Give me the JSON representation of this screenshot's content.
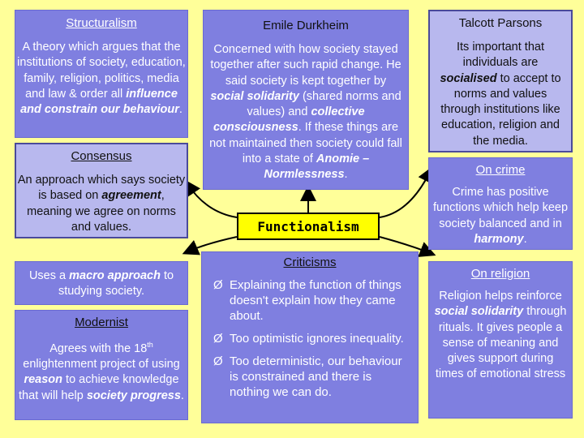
{
  "structuralism": {
    "title": "Structuralism",
    "body": [
      "A theory which argues that the institutions of society, education, family, religion, politics, media and law & order all ",
      "influence and constrain our behaviour",
      "."
    ]
  },
  "consensus": {
    "title": "Consensus",
    "body": [
      "An approach which says society is based on ",
      "agreement",
      ", meaning we agree on norms and values."
    ]
  },
  "macro": {
    "body": [
      "Uses a ",
      "macro approach",
      " to studying society."
    ]
  },
  "modernist": {
    "title": "Modernist",
    "body_a": "Agrees with the 18",
    "sup": "th",
    "body_b": " enlightenment project of using ",
    "reason": "reason",
    "body_c": " to achieve knowledge that will help ",
    "progress": "society progress",
    "end": "."
  },
  "durkheim": {
    "title": "Emile Durkheim",
    "p1": "Concerned with how society stayed together after such rapid change. He said society is kept together by ",
    "solidarity": "social solidarity",
    "p2": " (shared norms and values) and ",
    "consciousness": "collective consciousness",
    "p3": ".  If these things are not maintained then society could fall into a state of ",
    "anomie": "Anomie – Normlessness",
    "p4": "."
  },
  "center": {
    "label": "Functionalism"
  },
  "criticisms": {
    "title": "Criticisms",
    "arrow": "Ø",
    "items": [
      "Explaining the function of things doesn't explain how they came about.",
      "Too optimistic ignores inequality.",
      "Too deterministic, our behaviour is constrained and there is nothing we can do."
    ]
  },
  "parsons": {
    "title": "Talcott Parsons",
    "p1": "Its important that individuals are ",
    "socialised": "socialised",
    "p2": " to accept to norms and values through institutions like education, religion and the media.",
    "crime_title": "On crime",
    "crime_p1": "Crime has positive functions which help keep society balanced and in ",
    "harmony": "harmony",
    "crime_end": "."
  },
  "religion": {
    "title": "On religion",
    "p1": "Religion helps reinforce ",
    "solidarity": "social solidarity",
    "p2": " through rituals.  It gives people a sense of meaning and gives support during times of emotional stress"
  }
}
